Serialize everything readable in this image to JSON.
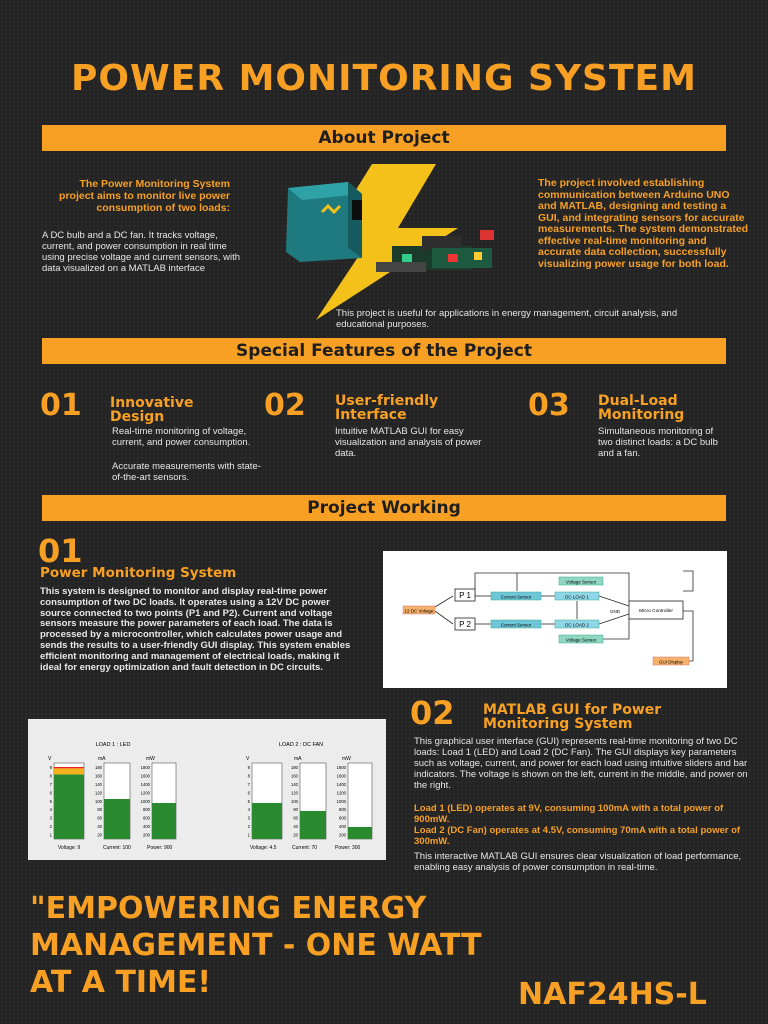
{
  "title": "POWER MONITORING SYSTEM",
  "sections": {
    "about": "About Project",
    "features": "Special Features of the Project",
    "working": "Project Working"
  },
  "about": {
    "left_highlight": "The Power Monitoring System project aims to monitor live power consumption of two loads:",
    "left_body": "A DC bulb and a DC fan. It tracks voltage, current, and power consumption in real time using precise voltage and current sensors, with data visualized on a MATLAB interface",
    "right_highlight": "The project involved establishing communication between Arduino UNO and MATLAB, designing and testing a GUI, and integrating sensors for accurate measurements. The system demonstrated effective real-time monitoring and accurate data collection, successfully visualizing power usage for both load.",
    "bottom": "This project is useful for applications in energy management, circuit analysis, and educational purposes."
  },
  "features": [
    {
      "num": "01",
      "title": "Innovative Design",
      "desc": "Real-time monitoring of voltage, current, and power consumption.",
      "desc2": "Accurate measurements with state-of-the-art sensors."
    },
    {
      "num": "02",
      "title": "User-friendly Interface",
      "desc": "Intuitive MATLAB GUI for easy visualization and analysis of power data."
    },
    {
      "num": "03",
      "title": "Dual-Load Monitoring",
      "desc": "Simultaneous monitoring of two distinct loads: a DC bulb and a fan."
    }
  ],
  "working1": {
    "num": "01",
    "title": "Power Monitoring System",
    "body": "This system is designed to monitor and display real-time power consumption of two DC loads. It operates using a 12V DC power source connected to two points (P1 and P2). Current and voltage sensors measure the power parameters of each load. The data is processed by a microcontroller, which calculates power usage and sends the results to a user-friendly GUI display. This system enables efficient monitoring and management of electrical loads, making it ideal for energy optimization and fault detection in DC circuits."
  },
  "diagram": {
    "p1": "P 1",
    "p2": "P 2",
    "source": "12 DC Voltage",
    "vs1": "Voltage Sensor",
    "cs1": "Current Sensor",
    "load1": "DC LOAD 1",
    "vs2": "Voltage Sensor",
    "cs2": "Current Sensor",
    "load2": "DC LOAD 2",
    "mcu": "Micro Controller",
    "gnd": "GND",
    "gui": "GUI Display"
  },
  "working2": {
    "num": "02",
    "title": "MATLAB GUI for Power Monitoring System",
    "body": "This graphical user interface (GUI) represents real-time monitoring of two DC loads: Load 1 (LED) and Load 2 (DC Fan). The GUI displays key parameters such as voltage, current, and power for each load using intuitive sliders and bar indicators. The voltage is shown on the left, current in the middle, and power on the right.",
    "highlight1": "Load 1 (LED) operates at 9V, consuming 100mA with a total power of 900mW.",
    "highlight2": "Load 2 (DC Fan) operates at 4.5V, consuming 70mA with a total power of 300mW.",
    "body2": "This interactive MATLAB GUI ensures clear visualization of load performance, enabling easy analysis of power consumption in real-time."
  },
  "gui": {
    "load1_title": "LOAD 1 : LED",
    "load2_title": "LOAD 2 : DC FAN",
    "unit_v": "V",
    "unit_ma": "mA",
    "unit_mw": "mW",
    "v_ticks": [
      "9",
      "8",
      "7",
      "6",
      "5",
      "4",
      "3",
      "2",
      "1"
    ],
    "ma_ticks": [
      "180",
      "160",
      "140",
      "120",
      "100",
      "80",
      "60",
      "40",
      "20"
    ],
    "mw_ticks": [
      "1800",
      "1600",
      "1400",
      "1200",
      "1000",
      "800",
      "600",
      "400",
      "200"
    ],
    "load1": {
      "voltage": "Voltage: 9",
      "current": "Current: 100",
      "power": "Power: 900"
    },
    "load2": {
      "voltage": "Voltage: 4.5",
      "current": "Current: 70",
      "power": "Power: 300"
    }
  },
  "gui_levels": {
    "load1": {
      "voltage": 9,
      "current": 100,
      "power": 900
    },
    "load2": {
      "voltage": 4.5,
      "current": 70,
      "power": 300
    }
  },
  "quote": "\"EMPOWERING ENERGY MANAGEMENT - ONE WATT AT A TIME!",
  "code": "NAF24HS-L",
  "colors": {
    "accent": "#f7a024",
    "background": "#242424",
    "bar_green": "#2a8a2f",
    "bar_red": "#e8231e",
    "bar_yellow": "#f3b21a"
  }
}
